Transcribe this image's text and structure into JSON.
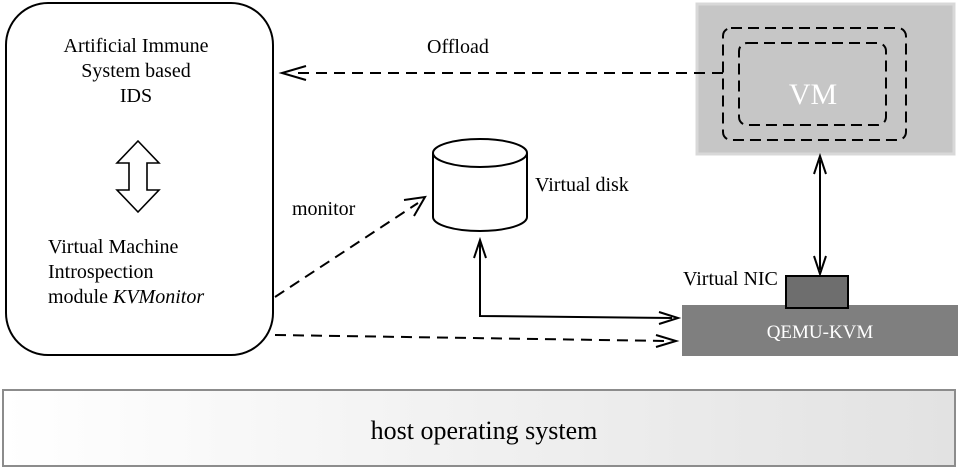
{
  "ids_box": {
    "title_lines": [
      "Artificial Immune",
      "System based",
      "IDS"
    ],
    "vmi_lines": [
      "Virtual Machine",
      "Introspection"
    ],
    "module_prefix": "module ",
    "module_name": "KVMonitor"
  },
  "labels": {
    "offload": "Offload",
    "monitor": "monitor",
    "virtual_disk": "Virtual disk",
    "virtual_nic": "Virtual NIC",
    "vm": "VM",
    "qemu": "QEMU-KVM",
    "host_os": "host operating system"
  },
  "colors": {
    "vm_panel": "#c6c6c6",
    "qemu_bar": "#7f7f7f",
    "nic_box": "#6e6e6e",
    "host_gradient_start": "#ffffff",
    "host_gradient_end": "#e2e2e2"
  }
}
